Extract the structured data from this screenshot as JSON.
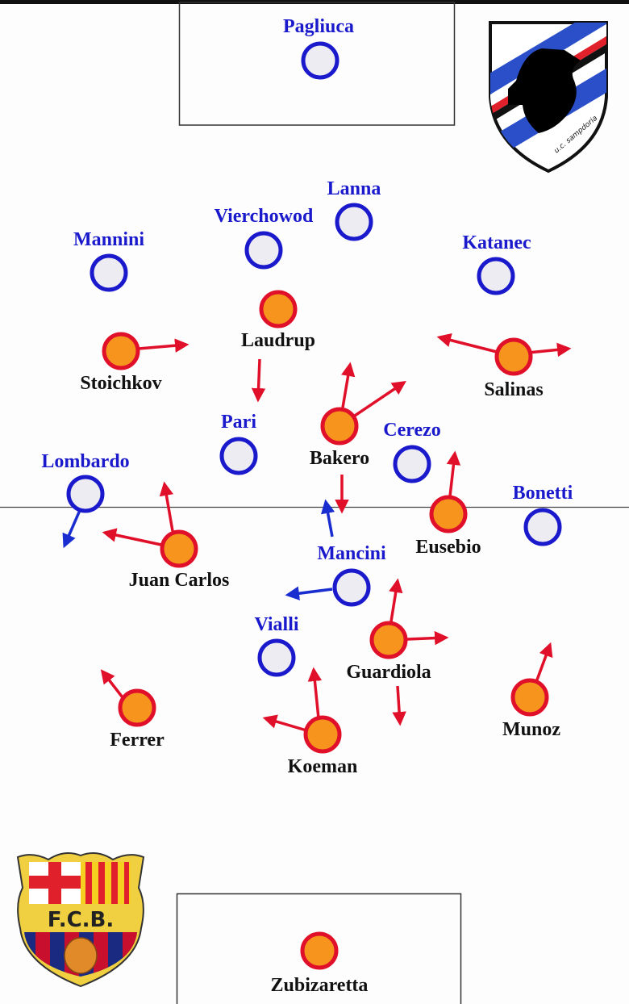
{
  "teams": {
    "sampdoria": {
      "crest_text": "u.c. sampdoria",
      "color": "#1a1acc",
      "fill": "#ececf2",
      "label_color": "#1a1acc"
    },
    "barcelona": {
      "crest_text": "F.C.B.",
      "color": "#e0102a",
      "fill": "#f7941d",
      "label_color": "#111111"
    }
  },
  "arrow_colors": {
    "sampdoria": "#1a2ed0",
    "barcelona": "#e0102a"
  },
  "players": [
    {
      "name": "Pagliuca",
      "team": "sampdoria"
    },
    {
      "name": "Lanna",
      "team": "sampdoria"
    },
    {
      "name": "Vierchowod",
      "team": "sampdoria"
    },
    {
      "name": "Mannini",
      "team": "sampdoria"
    },
    {
      "name": "Katanec",
      "team": "sampdoria"
    },
    {
      "name": "Pari",
      "team": "sampdoria"
    },
    {
      "name": "Cerezo",
      "team": "sampdoria"
    },
    {
      "name": "Lombardo",
      "team": "sampdoria"
    },
    {
      "name": "Bonetti",
      "team": "sampdoria"
    },
    {
      "name": "Mancini",
      "team": "sampdoria"
    },
    {
      "name": "Vialli",
      "team": "sampdoria"
    },
    {
      "name": "Laudrup",
      "team": "barcelona"
    },
    {
      "name": "Stoichkov",
      "team": "barcelona"
    },
    {
      "name": "Salinas",
      "team": "barcelona"
    },
    {
      "name": "Bakero",
      "team": "barcelona"
    },
    {
      "name": "Eusebio",
      "team": "barcelona"
    },
    {
      "name": "Juan Carlos",
      "team": "barcelona"
    },
    {
      "name": "Guardiola",
      "team": "barcelona"
    },
    {
      "name": "Munoz",
      "team": "barcelona"
    },
    {
      "name": "Ferrer",
      "team": "barcelona"
    },
    {
      "name": "Koeman",
      "team": "barcelona"
    },
    {
      "name": "Zubizaretta",
      "team": "barcelona"
    }
  ]
}
